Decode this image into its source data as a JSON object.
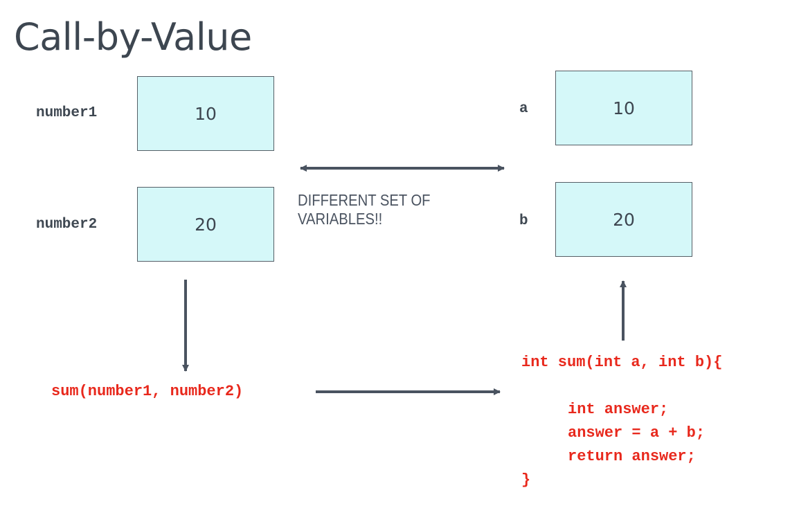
{
  "title": "Call-by-Value",
  "caller": {
    "vars": [
      {
        "name": "number1",
        "value": "10"
      },
      {
        "name": "number2",
        "value": "20"
      }
    ],
    "call": "sum(number1, number2)"
  },
  "callee": {
    "params": [
      {
        "name": "a",
        "value": "10"
      },
      {
        "name": "b",
        "value": "20"
      }
    ],
    "code": {
      "signature": "int sum(int a, int b){",
      "body": [
        "int answer;",
        "answer = a + b;",
        "return answer;"
      ],
      "close": "}"
    }
  },
  "note": {
    "line1": "DIFFERENT SET OF",
    "line2": "VARIABLES!!"
  },
  "colors": {
    "code": "#e8281c",
    "box_fill": "#d5f8f9",
    "arrow": "#4a5360",
    "text": "#3d4650"
  }
}
